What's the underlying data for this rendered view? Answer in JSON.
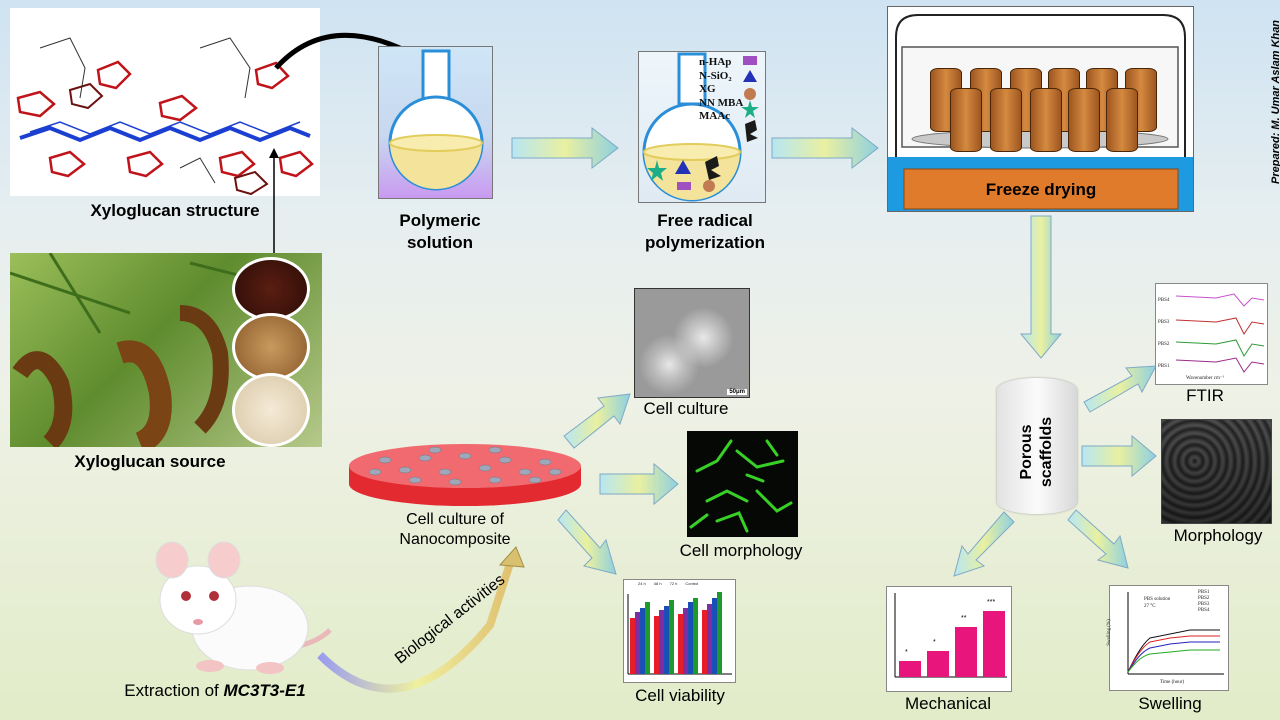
{
  "credit": "Prepared: M. Umar Aslam Khan",
  "labels": {
    "xyloglucan_structure": "Xyloglucan structure",
    "xyloglucan_source": "Xyloglucan source",
    "polymeric_solution_1": "Polymeric",
    "polymeric_solution_2": "solution",
    "free_radical_1": "Free radical",
    "free_radical_2": "polymerization",
    "freeze_drying": "Freeze drying",
    "porous_1": "Porous",
    "porous_2": "scaffolds",
    "ftir": "FTIR",
    "morphology": "Morphology",
    "mechanical": "Mechanical",
    "swelling": "Swelling",
    "cell_culture": "Cell culture",
    "cell_morphology": "Cell morphology",
    "cell_viability": "Cell viability",
    "cell_culture_of_1": "Cell culture of",
    "cell_culture_of_2": "Nanocomposite",
    "extraction_prefix": "Extraction of ",
    "extraction_cell": "MC3T3-E1",
    "biological_activities": "Biological activities"
  },
  "flask_legend": [
    "n-HAp",
    "N-SiO₂",
    "XG",
    "NN MBA",
    "MAAc"
  ],
  "sem_scale": "50μm",
  "ftir_traces": [
    "PBS4",
    "PBS3",
    "PBS2",
    "PBS1"
  ],
  "ftir_xlabel": "Wavenumber cm⁻¹",
  "swelling_legend": [
    "PBS1",
    "PBS2",
    "PBS3",
    "PBS4"
  ],
  "swelling_note_1": "PBS solution",
  "swelling_note_2": "27 °C",
  "swelling_ylabel": "Swelling (%)",
  "swelling_xlabel": "Time (hour)",
  "viability_legend": [
    "24 h",
    "48 h",
    "72 h",
    "Control"
  ],
  "mechanical_stars": [
    "*",
    "*",
    "**",
    "***"
  ],
  "colors": {
    "freeze_plate": "#e07b2c",
    "freeze_base": "#1e9be0",
    "cylinder": "#c9782f",
    "dish": "#e8313a",
    "mech_bar": "#e8157d",
    "fluor": "#38d026"
  }
}
